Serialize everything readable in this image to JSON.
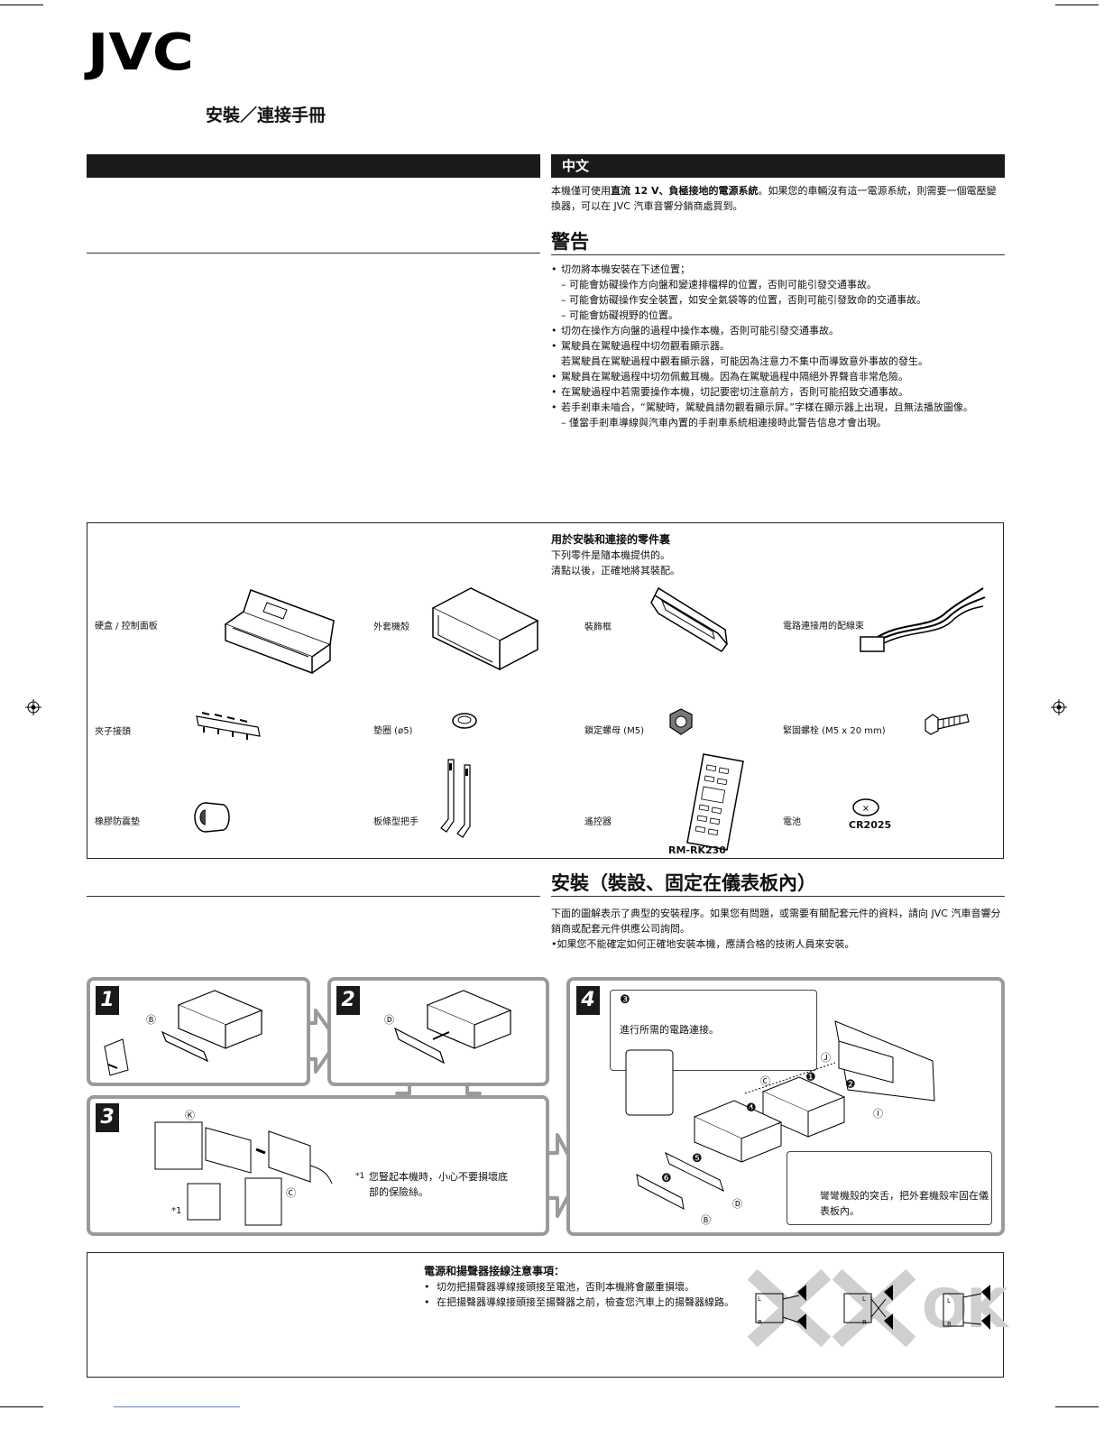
{
  "brand": "JVC",
  "doc_title": "安裝／連接手冊",
  "chinese_section": {
    "tab_label": "中文",
    "intro_pre": "本機僅可使用",
    "intro_bold": "直流 12 V、負極接地的電源系統",
    "intro_post": "。如果您的車輛沒有這一電源系統，則需要一個電壓變換器，可以在 JVC 汽車音響分銷商處買到。"
  },
  "warning": {
    "heading": "警告",
    "items": [
      {
        "type": "bullet",
        "text": "切勿將本機安裝在下述位置；"
      },
      {
        "type": "sub",
        "text": "– 可能會妨礙操作方向盤和變速排檔桿的位置，否則可能引發交通事故。"
      },
      {
        "type": "sub",
        "text": "– 可能會妨礙操作安全裝置，如安全氣袋等的位置，否則可能引發致命的交通事故。"
      },
      {
        "type": "sub",
        "text": "– 可能會妨礙視野的位置。"
      },
      {
        "type": "bullet",
        "text": "切勿在操作方向盤的過程中操作本機，否則可能引發交通事故。"
      },
      {
        "type": "bullet",
        "text": "駕駛員在駕駛過程中切勿觀看顯示器。"
      },
      {
        "type": "cont",
        "text": "若駕駛員在駕駛過程中觀看顯示器，可能因為注意力不集中而導致意外事故的發生。"
      },
      {
        "type": "bullet",
        "text": "駕駛員在駕駛過程中切勿佩戴耳機。因為在駕駛過程中隔絕外界聲音非常危險。"
      },
      {
        "type": "bullet",
        "text": "在駕駛過程中若需要操作本機，切記要密切注意前方，否則可能招致交通事故。"
      },
      {
        "type": "bullet",
        "text": "若手剎車未嚙合，“駕駛時，駕駛員請勿觀看顯示屏。”字樣在顯示器上出現，且無法播放圖像。"
      },
      {
        "type": "sub",
        "text": "– 僅當手剎車導線與汽車內置的手剎車系統相連接時此警告信息才會出現。"
      }
    ]
  },
  "parts": {
    "heading": "用於安裝和連接的零件裏",
    "sub1": "下列零件是隨本機提供的。",
    "sub2": "清點以後，正確地將其裝配。",
    "items": [
      {
        "label": "硬盒 / 控制面板"
      },
      {
        "label": "外套機殼"
      },
      {
        "label": "裝飾框"
      },
      {
        "label": "電路連接用的配線束"
      },
      {
        "label": "夾子接頭"
      },
      {
        "label": "墊圈 (ø5)"
      },
      {
        "label": "鎖定螺母 (M5)"
      },
      {
        "label": "緊固螺栓 (M5 x 20 mm)"
      },
      {
        "label": "橡膠防震墊"
      },
      {
        "label": "板條型把手"
      },
      {
        "label": "遙控器"
      },
      {
        "label": "電池"
      }
    ],
    "remote_model": "RM-RK230",
    "battery_model": "CR2025"
  },
  "installation": {
    "heading": "安裝（裝設、固定在儀表板內）",
    "text1": "下面的圖解表示了典型的安裝程序。如果您有問題，或需要有關配套元件的資料，請向 JVC 汽車音響分銷商或配套元件供應公司詢問。",
    "text2": "•如果您不能確定如何正確地安裝本機，應請合格的技術人員來安裝。",
    "steps": [
      "1",
      "2",
      "3",
      "4"
    ],
    "step3_note_mark": "*1",
    "step3_note": "您豎起本機時，小心不要損壞底部的保險絲。",
    "step3_ref": "*1",
    "step4_callout_num": "❸",
    "step4_callout": "進行所需的電路連接。",
    "step4_bend": "彎彎機殼的突舌，把外套機殼牢固在儀表板內。",
    "letters": {
      "b": "Ⓑ",
      "c": "Ⓒ",
      "d": "Ⓓ",
      "i": "Ⓘ",
      "j": "Ⓙ",
      "k": "Ⓚ"
    },
    "circled": {
      "n1": "❶",
      "n2": "❷",
      "n4": "❹",
      "n5": "❺",
      "n6": "❻"
    }
  },
  "speaker": {
    "heading": "電源和揚聲器接線注意事項：",
    "items": [
      "切勿把揚聲器導線接頭接至電池，否則本機將會嚴重損壞。",
      "在把揚聲器導線接頭接至揚聲器之前，檢查您汽車上的揚聲器線路。"
    ],
    "ok_label": "OK",
    "channel_l": "L",
    "channel_r": "R"
  }
}
